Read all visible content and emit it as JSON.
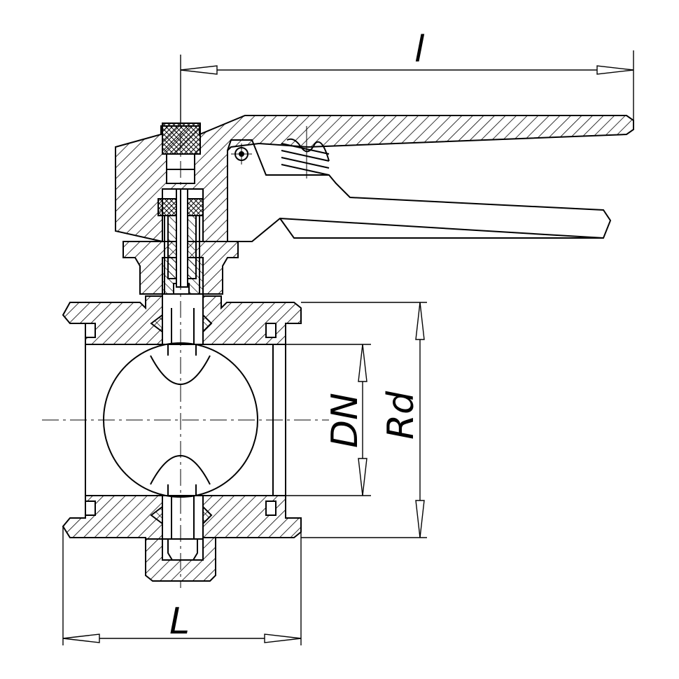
{
  "drawing": {
    "labels": {
      "handle_length": "l",
      "nominal_diameter": "DN",
      "clamp_diameter": "Rd",
      "face_to_face": "L"
    },
    "colors": {
      "line": "#000000",
      "background": "#ffffff"
    }
  }
}
